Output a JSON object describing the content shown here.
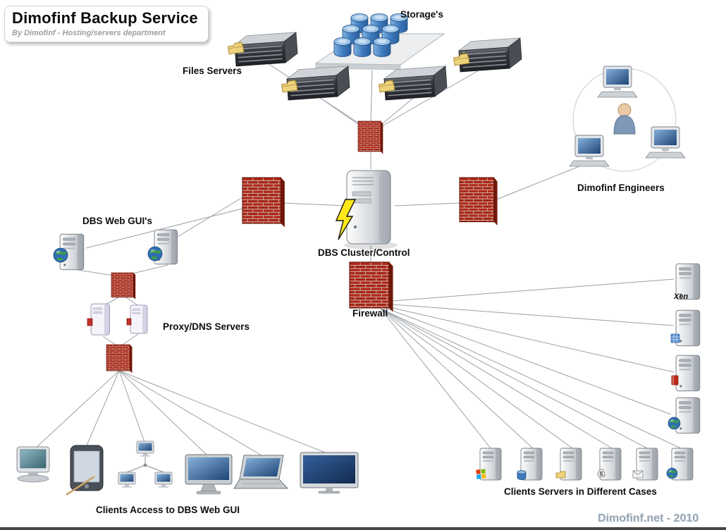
{
  "header": {
    "title": "Dimofinf Backup Service",
    "subtitle": "By Dimofinf - Hosting/servers department"
  },
  "labels": {
    "storages": "Storage's",
    "files_servers": "Files Servers",
    "engineers": "Dimofinf Engineers",
    "web_guis": "DBS Web GUI's",
    "cluster": "DBS Cluster/Control",
    "proxy": "Proxy/DNS Servers",
    "firewall": "Firewall",
    "clients_access": "Clients Access to DBS Web GUI",
    "clients_servers": "Clients Servers in Different Cases",
    "xen": "Xen",
    "money_symbol": "$"
  },
  "footer": {
    "credit": "Dimofinf.net - 2010"
  },
  "colors": {
    "brick_red": "#b0291a",
    "storage_blue": "#3f7cc0",
    "bolt_yellow": "#ffe81a",
    "line_gray": "#9aa0a6"
  },
  "icons": {
    "case_badges": [
      "windows-icon",
      "database-icon",
      "folder-icon",
      "money-icon",
      "mail-icon",
      "globe-icon"
    ],
    "column_badges": [
      "xen-label",
      "chip-icon",
      "book-icon",
      "globe-icon"
    ]
  },
  "edges": [
    [
      "files-server-1",
      "firewall-top"
    ],
    [
      "files-server-2",
      "firewall-top"
    ],
    [
      "files-server-3",
      "firewall-top"
    ],
    [
      "files-server-4",
      "firewall-top"
    ],
    [
      "storage-stack",
      "firewall-top"
    ],
    [
      "firewall-top",
      "dbs-cluster"
    ],
    [
      "dbs-cluster",
      "firewall-left"
    ],
    [
      "dbs-cluster",
      "firewall-right"
    ],
    [
      "firewall-left",
      "web-gui-server-1"
    ],
    [
      "firewall-left",
      "web-gui-server-2"
    ],
    [
      "firewall-right",
      "engineers-group"
    ],
    [
      "web-gui-server-1",
      "firewall-mid-1"
    ],
    [
      "web-gui-server-2",
      "firewall-mid-1"
    ],
    [
      "firewall-mid-1",
      "proxy-server-1"
    ],
    [
      "firewall-mid-1",
      "proxy-server-2"
    ],
    [
      "proxy-server-1",
      "firewall-mid-2"
    ],
    [
      "proxy-server-2",
      "firewall-mid-2"
    ],
    [
      "firewall-mid-2",
      "client-device-1"
    ],
    [
      "firewall-mid-2",
      "client-device-2"
    ],
    [
      "firewall-mid-2",
      "client-device-3"
    ],
    [
      "firewall-mid-2",
      "client-device-4"
    ],
    [
      "firewall-mid-2",
      "client-device-5"
    ],
    [
      "firewall-mid-2",
      "client-device-6"
    ],
    [
      "dbs-cluster",
      "firewall-center"
    ],
    [
      "firewall-center",
      "xen-server"
    ],
    [
      "firewall-center",
      "column-server-2"
    ],
    [
      "firewall-center",
      "column-server-3"
    ],
    [
      "firewall-center",
      "column-server-4"
    ],
    [
      "firewall-center",
      "case-server-1"
    ],
    [
      "firewall-center",
      "case-server-2"
    ],
    [
      "firewall-center",
      "case-server-3"
    ],
    [
      "firewall-center",
      "case-server-4"
    ],
    [
      "firewall-center",
      "case-server-5"
    ],
    [
      "firewall-center",
      "case-server-6"
    ]
  ]
}
